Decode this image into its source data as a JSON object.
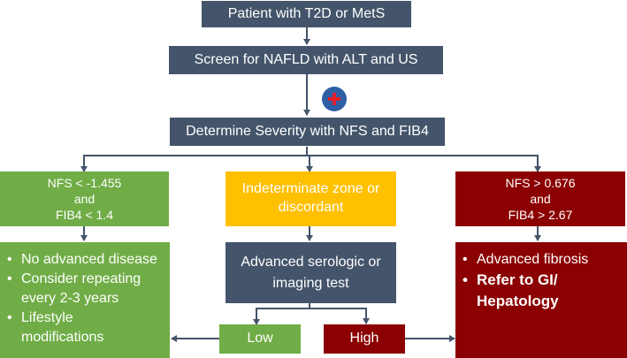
{
  "nodes": {
    "patient": "Patient with T2D or MetS",
    "screen": "Screen for NAFLD with ALT and US",
    "severity": "Determine Severity with NFS and FIB4",
    "low_criteria": [
      "NFS < -1.455",
      "and",
      "FIB4 < 1.4"
    ],
    "indeterminate": [
      "Indeterminate zone or",
      "discordant"
    ],
    "high_criteria": [
      "NFS > 0.676",
      "and",
      "FIB4 >  2.67"
    ],
    "advanced_test": [
      "Advanced serologic or",
      "imaging test"
    ],
    "low_outcome": [
      "No advanced disease",
      "Consider repeating",
      "every 2-3 years",
      "Lifestyle",
      "modifications"
    ],
    "high_outcome": [
      "Advanced fibrosis",
      "Refer to GI/",
      "Hepatology"
    ],
    "low_result": "Low",
    "high_result": "High"
  },
  "colors": {
    "navy": "#44546a",
    "green": "#70ad47",
    "gold": "#ffc000",
    "dark_red": "#8b0000",
    "badge_blue": "#2e5fa5",
    "badge_cross": "#e0202a"
  }
}
